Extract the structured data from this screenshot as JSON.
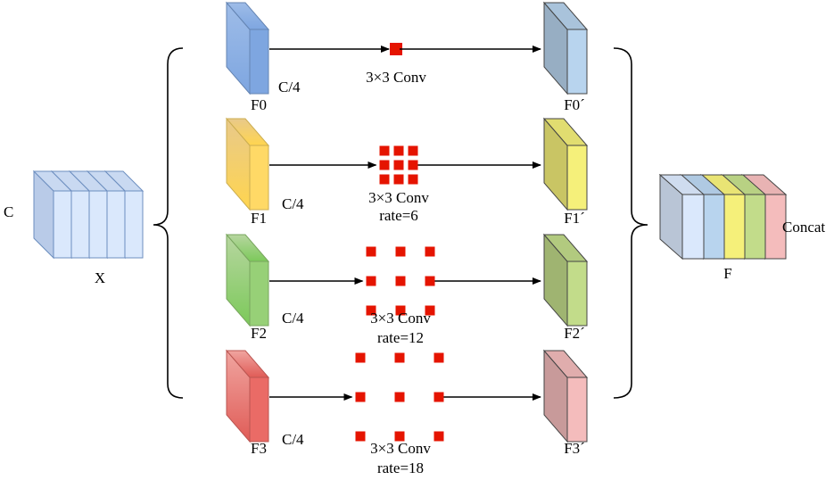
{
  "input": {
    "label": "X",
    "channel_label": "C"
  },
  "output": {
    "label": "F",
    "concat_label": "Concat"
  },
  "branches": [
    {
      "in_label": "F0",
      "channel_label": "C/4",
      "conv_label": "3×3 Conv",
      "rate_label": "",
      "out_label": "F0´",
      "color": "#7ea6e0",
      "out_color": "#b8d4ee",
      "pattern": "single"
    },
    {
      "in_label": "F1",
      "channel_label": "C/4",
      "conv_label": "3×3 Conv",
      "rate_label": "rate=6",
      "out_label": "F1´",
      "color": "#ffd966",
      "out_color": "#f5f07a",
      "pattern": "dense"
    },
    {
      "in_label": "F2",
      "channel_label": "C/4",
      "conv_label": "3×3 Conv",
      "rate_label": "rate=12",
      "out_label": "F2´",
      "color": "#97d077",
      "out_color": "#c2dc8a",
      "pattern": "medium"
    },
    {
      "in_label": "F3",
      "channel_label": "C/4",
      "conv_label": "3×3 Conv",
      "rate_label": "rate=18",
      "out_label": "F3´",
      "color": "#ea6b66",
      "out_color": "#f4bcbc",
      "pattern": "sparse"
    }
  ],
  "colors": {
    "input_fill": "#dae8fc",
    "input_stroke": "#6c8ebf",
    "kernel": "#e51400",
    "concat_slices": [
      "#b8d4ee",
      "#f5f07a",
      "#c2dc8a",
      "#f4bcbc"
    ]
  }
}
